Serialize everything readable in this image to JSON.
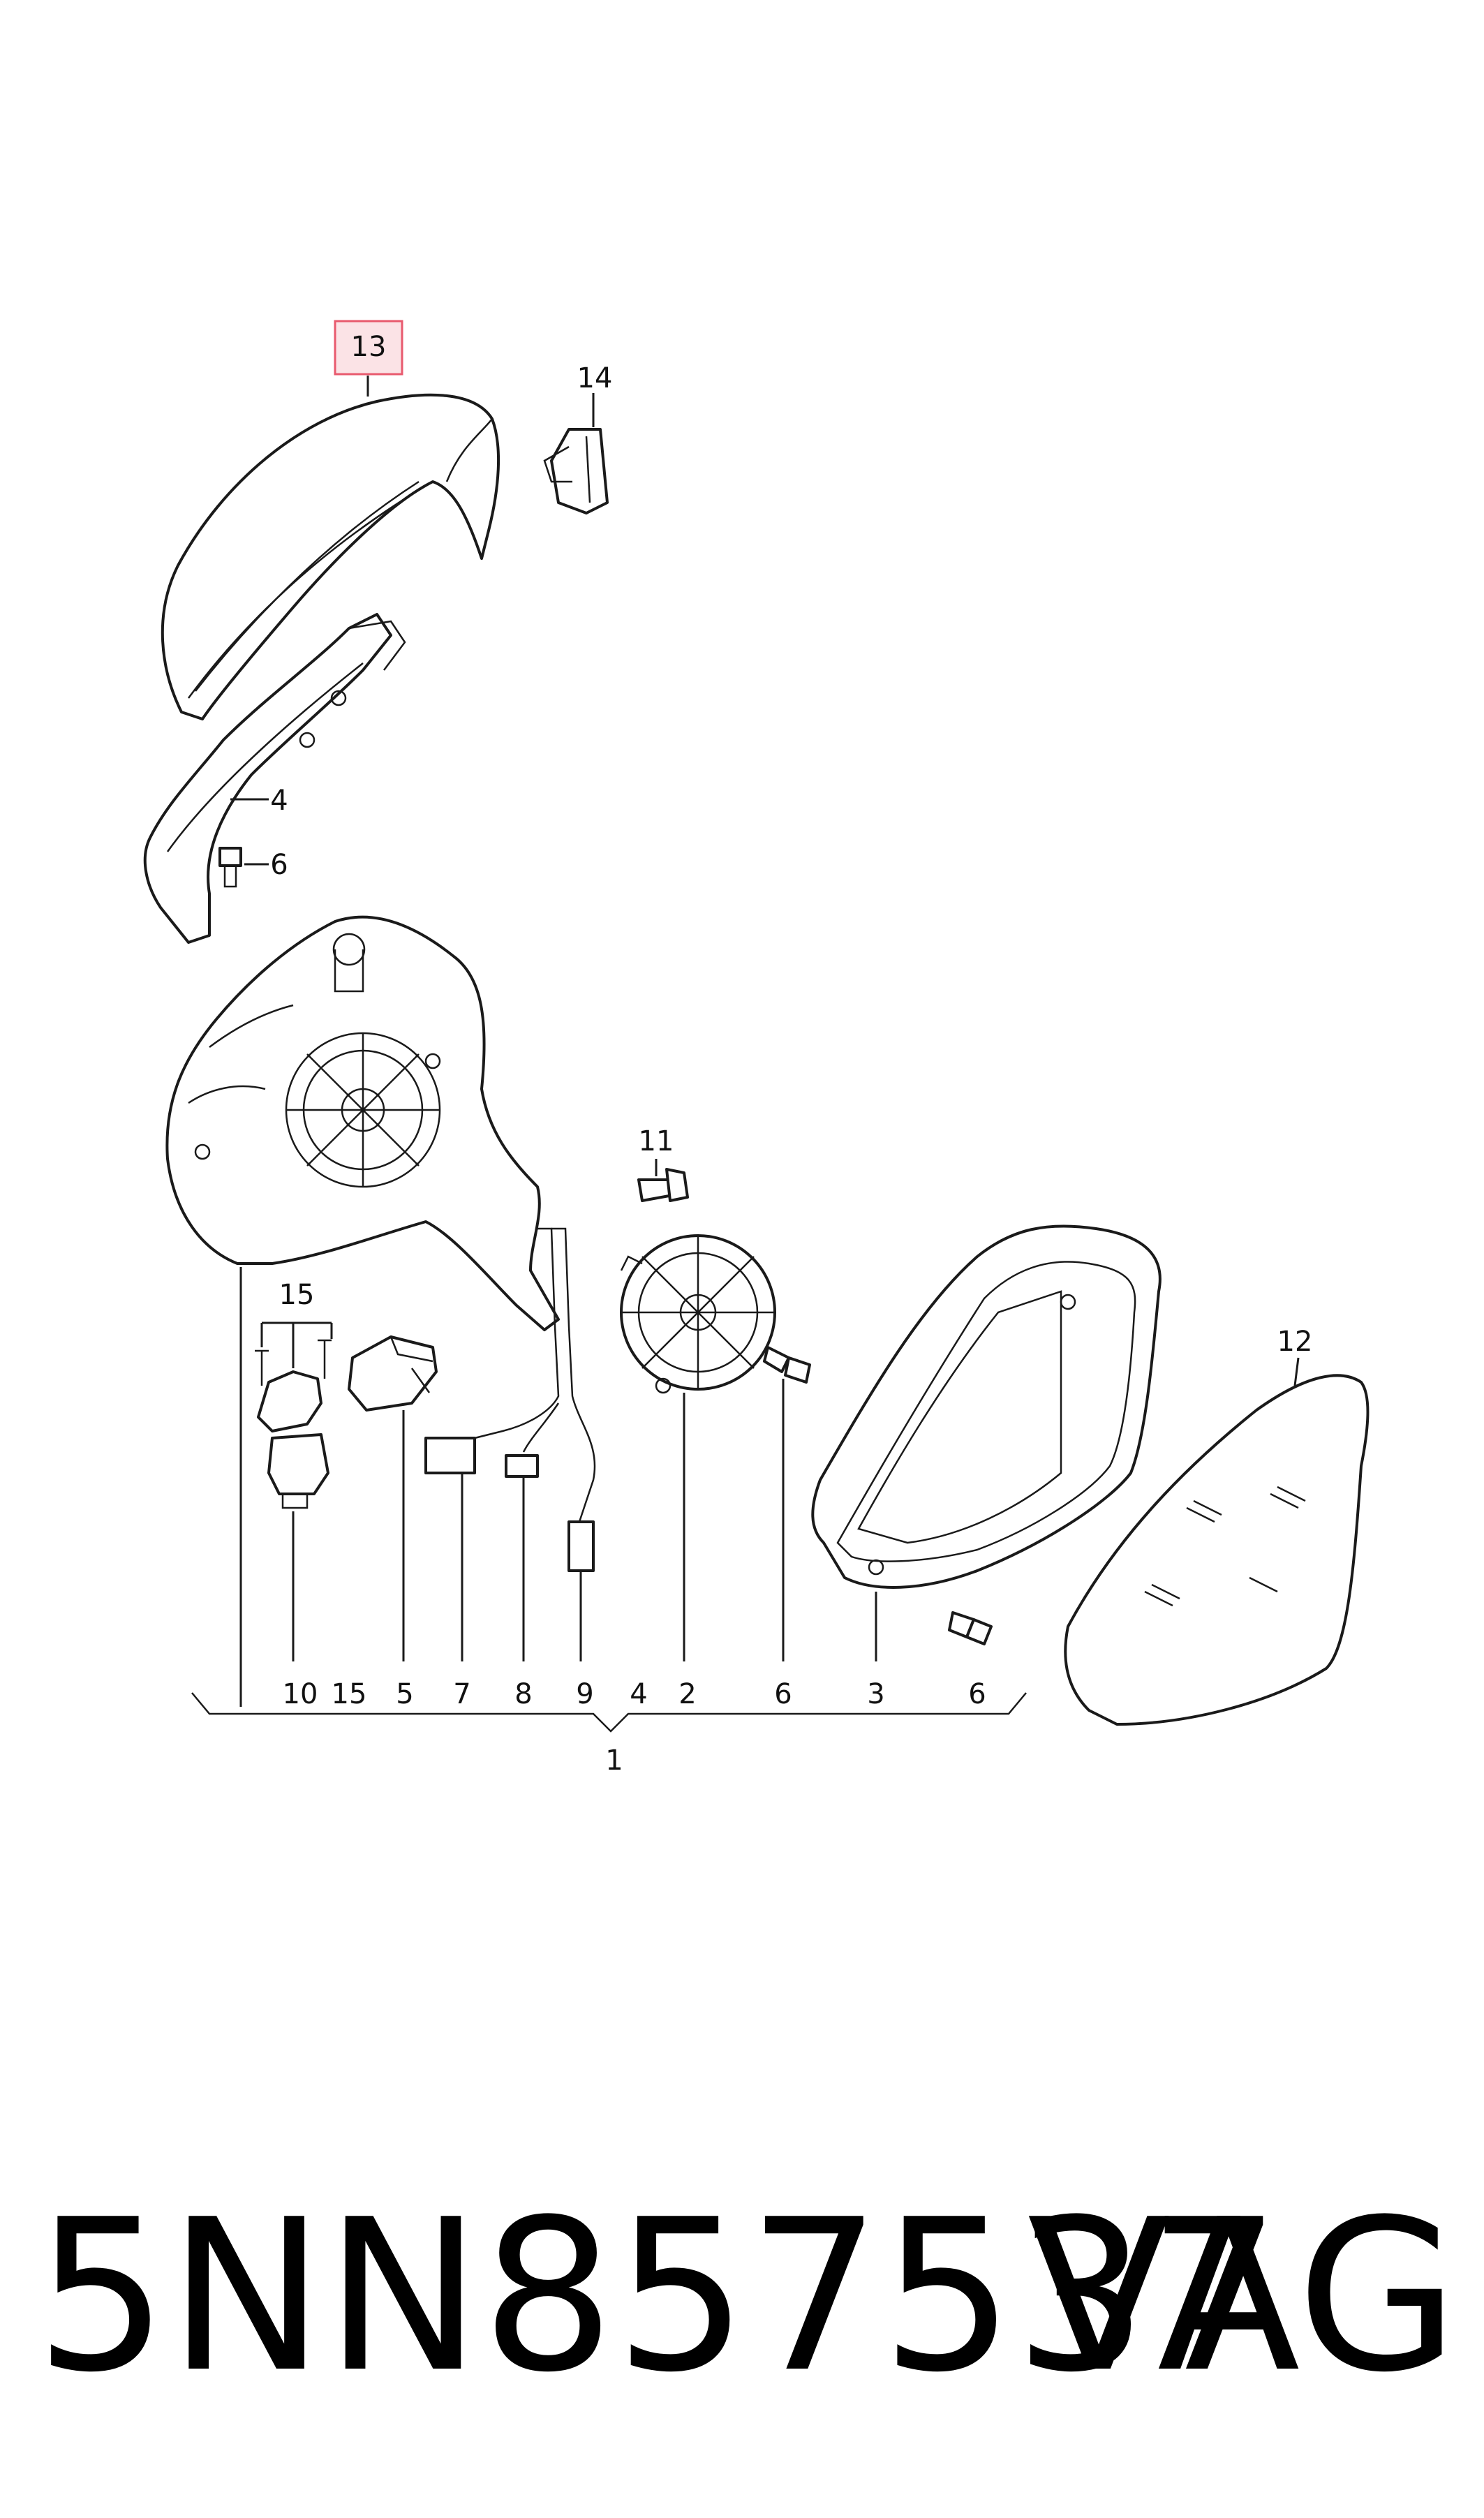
{
  "diagram": {
    "labels": {
      "c1": "1",
      "c2": "2",
      "c3": "3",
      "c4a": "4",
      "c4b": "4",
      "c5": "5",
      "c6a": "6",
      "c6b": "6",
      "c6c": "6",
      "c7": "7",
      "c8": "8",
      "c9": "9",
      "c10": "10",
      "c11": "11",
      "c12": "12",
      "c13": "13",
      "c14": "14",
      "c15a": "15",
      "c15b": "15"
    },
    "highlight_color": "#e85a6e",
    "highlight_fill": "#fbe3e6"
  },
  "footer": {
    "part_number": "5NN857537",
    "brand": "VAG"
  }
}
